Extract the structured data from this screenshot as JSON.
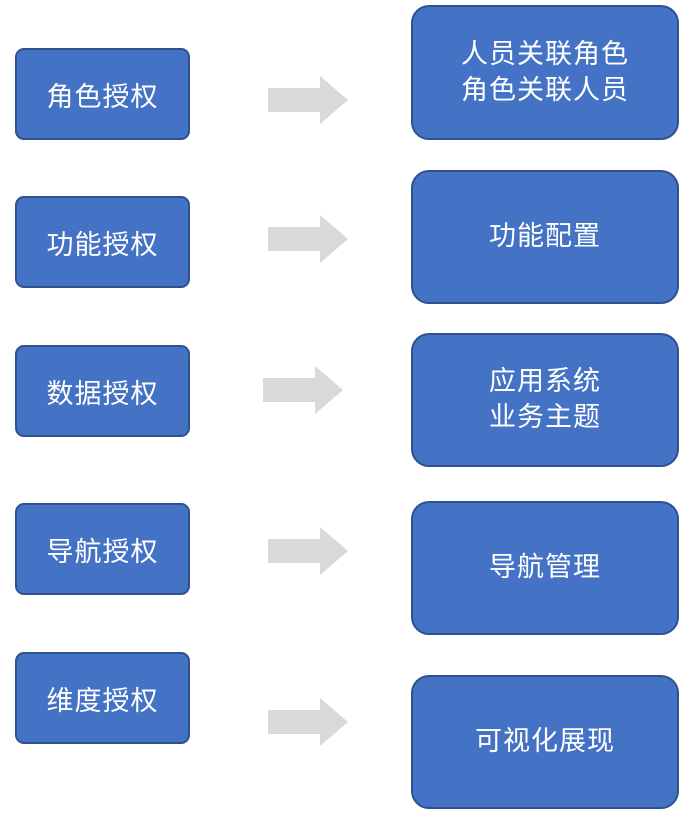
{
  "rows": [
    {
      "left": "角色授权",
      "right": [
        "人员关联角色",
        "角色关联人员"
      ]
    },
    {
      "left": "功能授权",
      "right": [
        "功能配置"
      ]
    },
    {
      "left": "数据授权",
      "right": [
        "应用系统",
        "业务主题"
      ]
    },
    {
      "left": "导航授权",
      "right": [
        "导航管理"
      ]
    },
    {
      "left": "维度授权",
      "right": [
        "可视化展现"
      ]
    }
  ],
  "colors": {
    "box_fill": "#4472c4",
    "box_border": "#2f528f",
    "box_text": "#ffffff",
    "arrow_fill": "#d9d9d9"
  }
}
